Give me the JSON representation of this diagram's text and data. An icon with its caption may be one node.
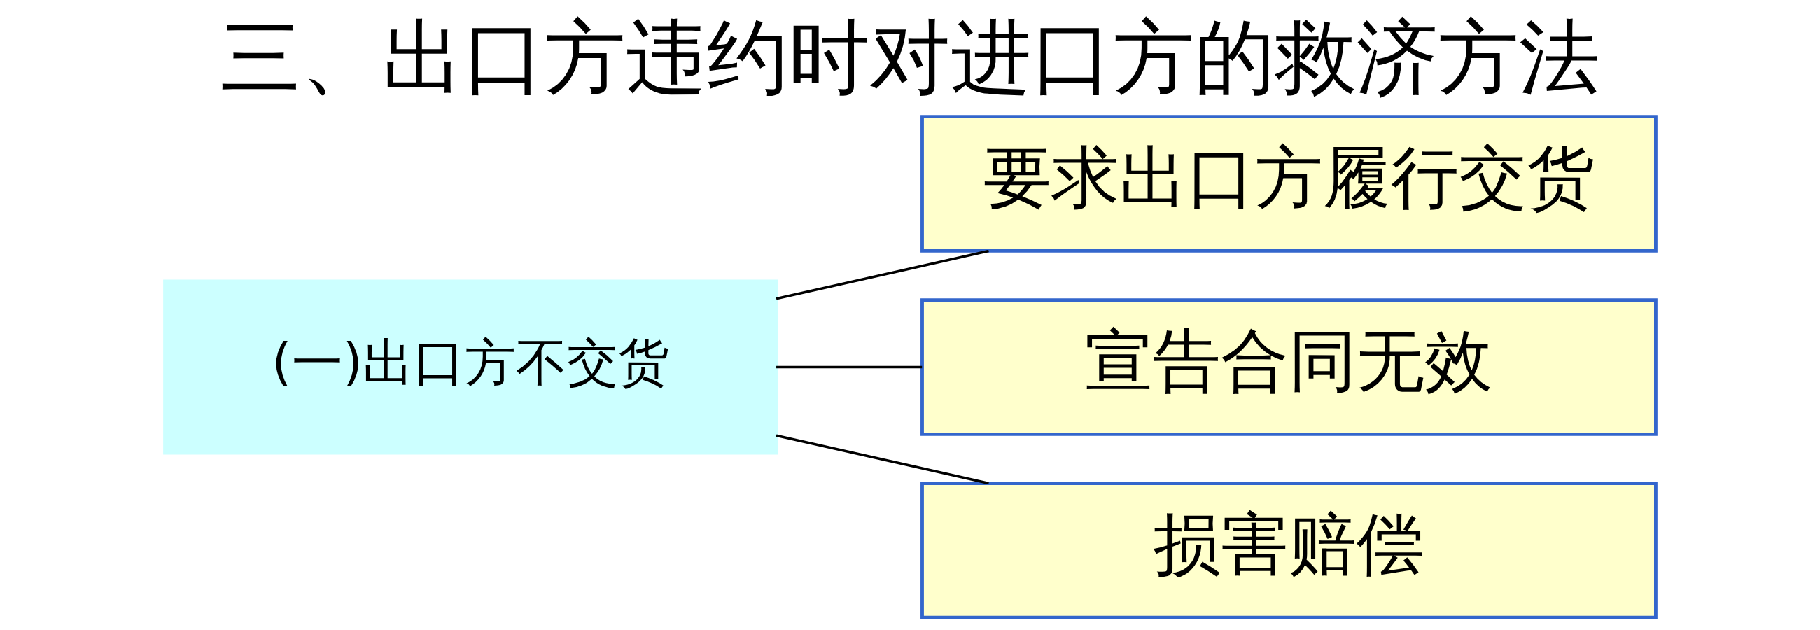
{
  "diagram": {
    "title": "三、出口方违约时对进口方的救济方法",
    "nodes": [
      {
        "text": [
          "(一)出口方不交货"
        ]
      },
      {
        "text": [
          "要求出口方履行交货"
        ]
      },
      {
        "text": [
          "宣告合同无效"
        ]
      },
      {
        "text": [
          "损害赔偿"
        ]
      }
    ],
    "edges": [
      {
        "from": 0,
        "to": 1,
        "arrow": "none"
      },
      {
        "from": 0,
        "to": 2,
        "arrow": "none"
      },
      {
        "from": 0,
        "to": 3,
        "arrow": "none"
      }
    ]
  }
}
